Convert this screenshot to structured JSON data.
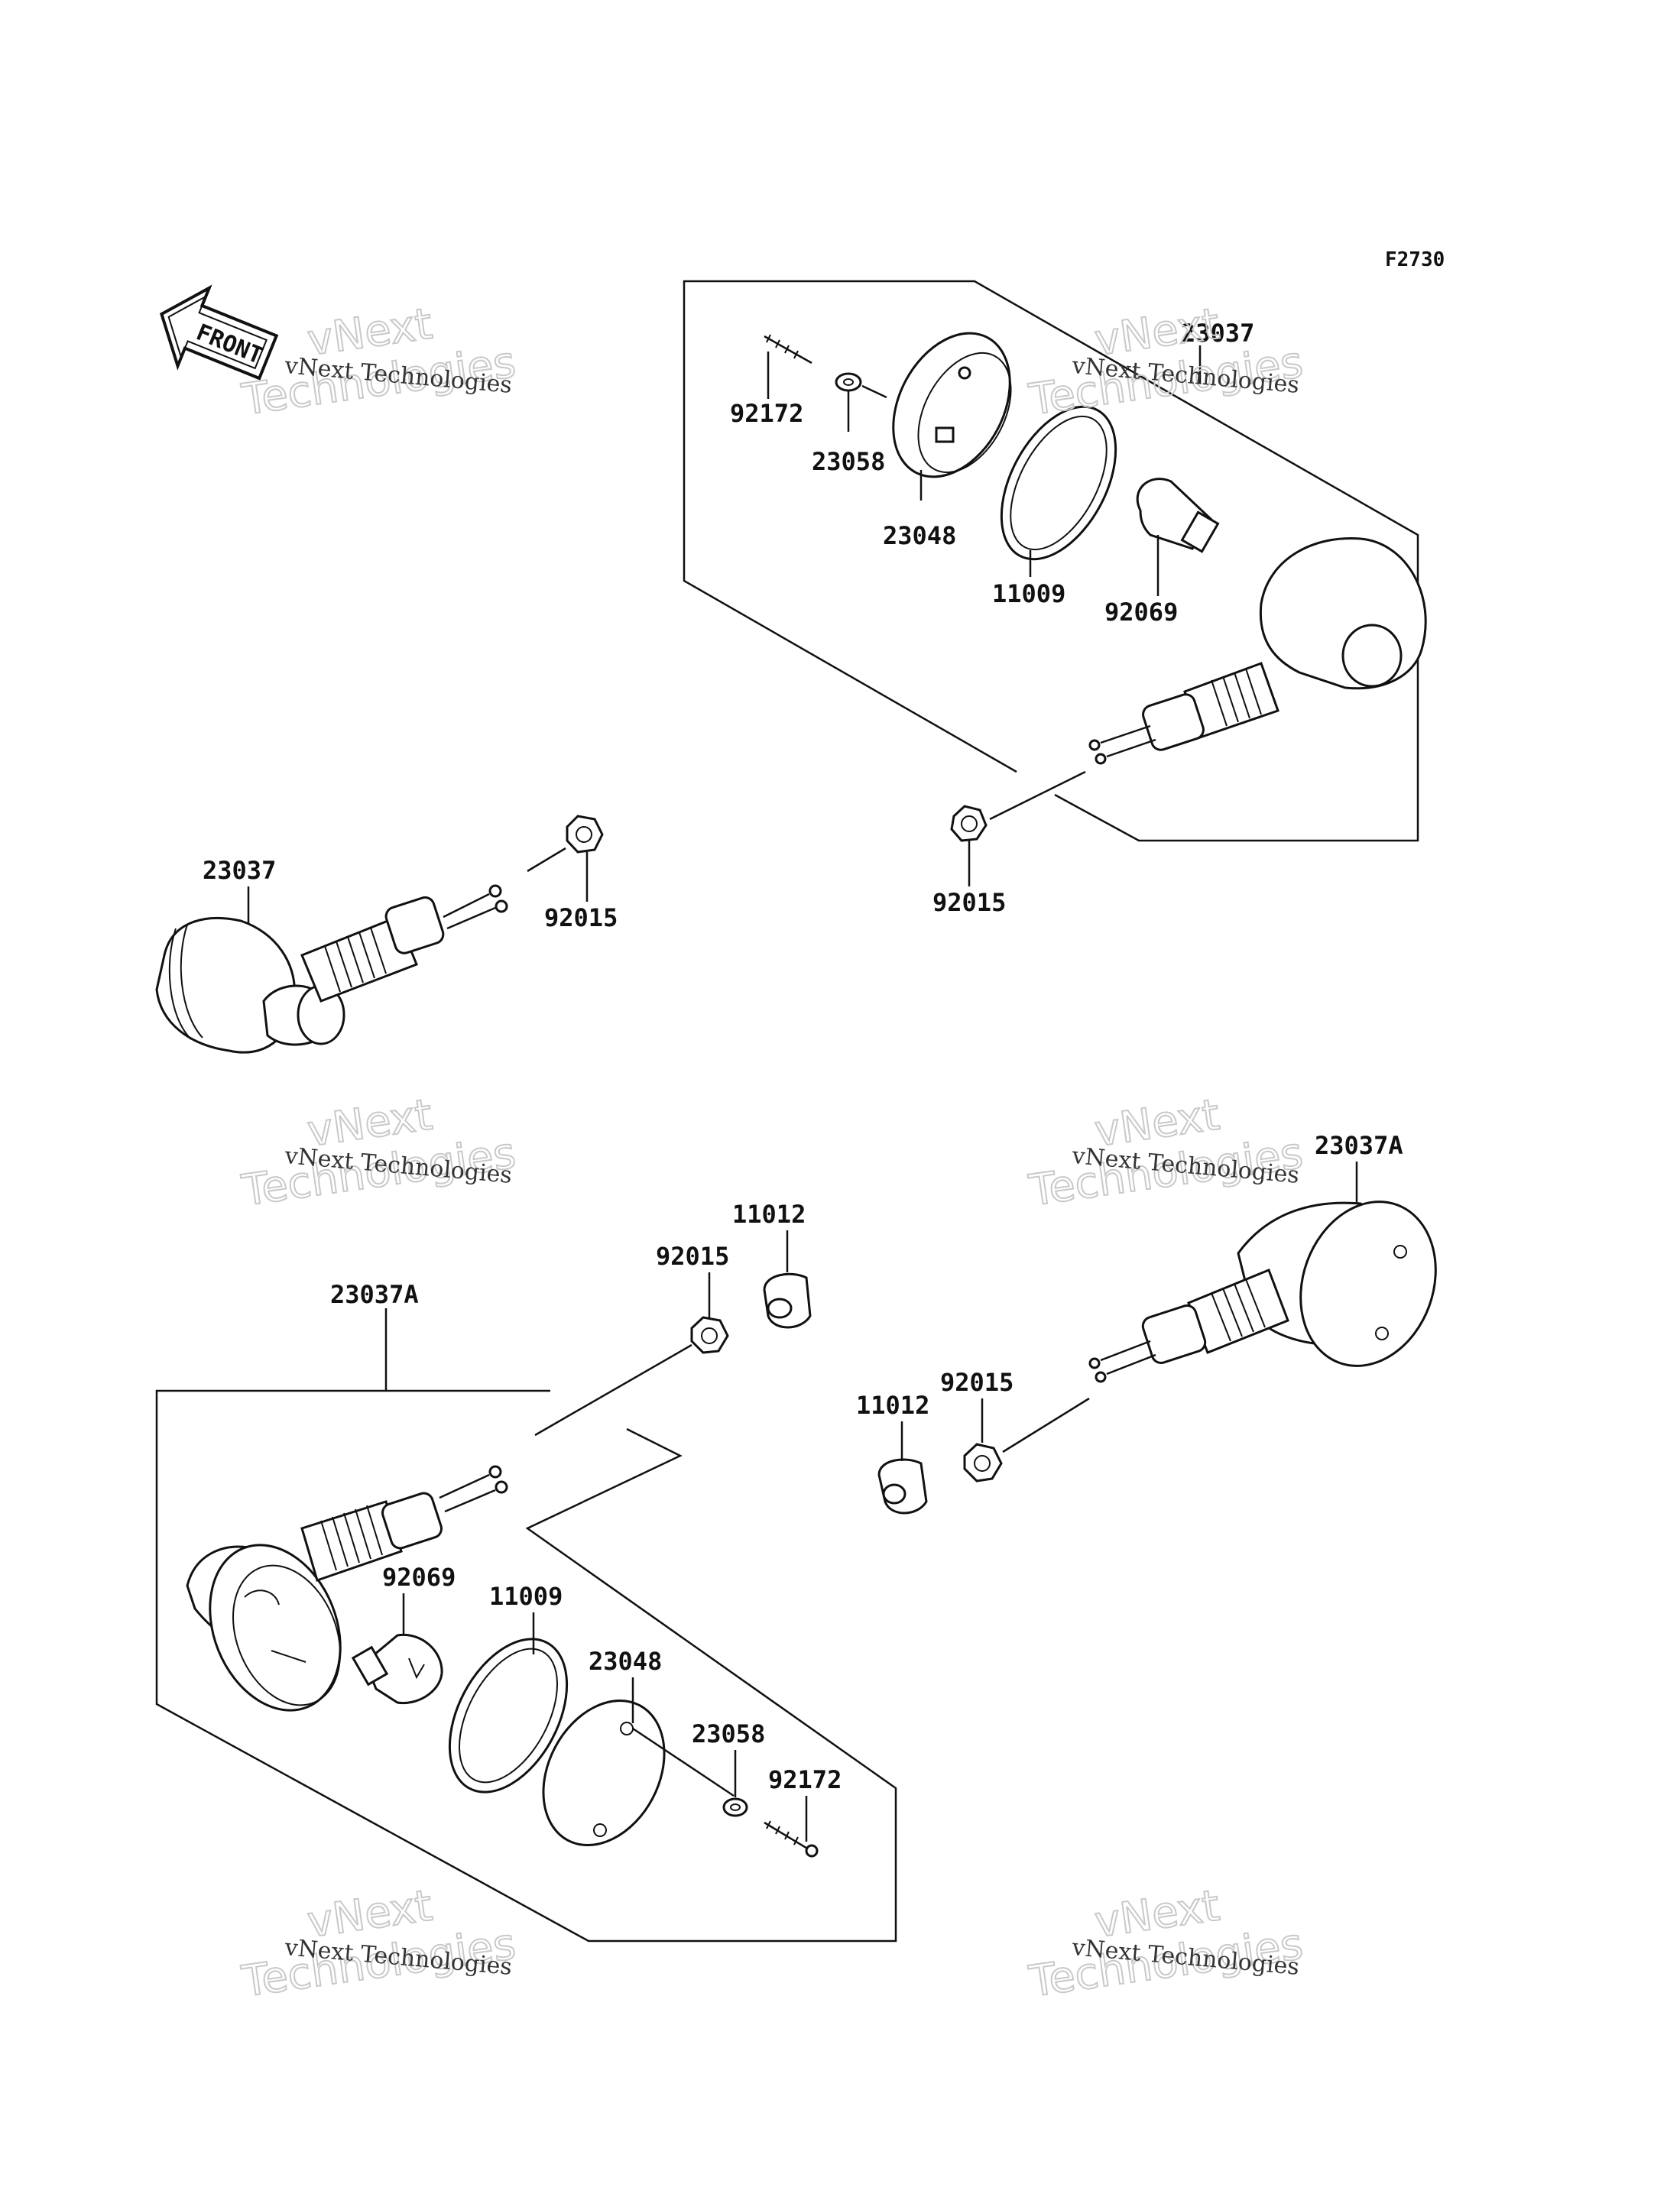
{
  "figure_code": "F2730",
  "front_arrow_label": "FRONT",
  "watermarks": {
    "line1": "vNext Technologies",
    "big1": "vNext",
    "big2": "Technologies"
  },
  "parts": {
    "upper_right": {
      "lamp": "23037",
      "screw": "92172",
      "washer": "23058",
      "lens": "23048",
      "gasket": "11009",
      "bulb": "92069",
      "nut": "92015"
    },
    "upper_left": {
      "lamp": "23037",
      "nut": "92015"
    },
    "lower_right": {
      "lamp": "23037A",
      "nut": "92015",
      "spacer": "11012"
    },
    "lower_left": {
      "lamp": "23037A",
      "nut": "92015",
      "spacer": "11012",
      "bulb": "92069",
      "gasket": "11009",
      "lens": "23048",
      "washer": "23058",
      "screw": "92172"
    }
  },
  "colors": {
    "ink": "#111111",
    "watermark": "#c9c9c9"
  }
}
